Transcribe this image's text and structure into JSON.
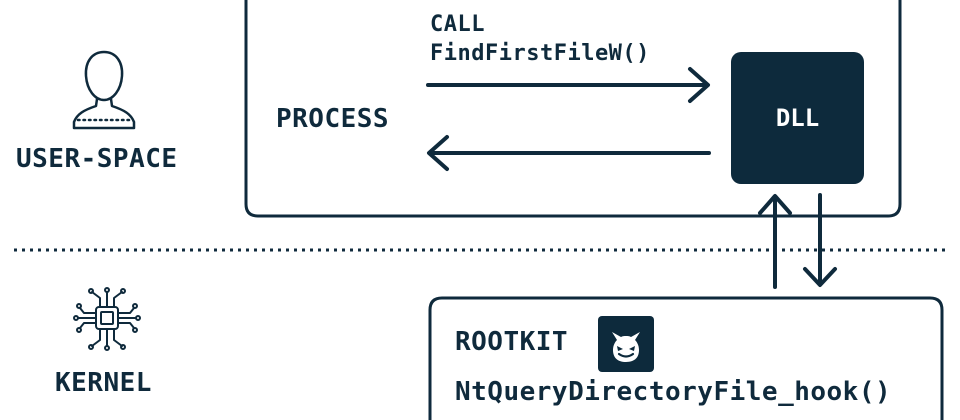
{
  "user_space": {
    "label": "USER-SPACE",
    "icon": "user-icon"
  },
  "kernel": {
    "label": "KERNEL",
    "icon": "chip-icon"
  },
  "process": {
    "label": "PROCESS"
  },
  "call": {
    "line1": "CALL",
    "line2": "FindFirstFileW()"
  },
  "dll": {
    "label": "DLL"
  },
  "rootkit": {
    "label": "ROOTKIT",
    "icon": "devil-icon",
    "hook": "NtQueryDirectoryFile_hook()"
  },
  "colors": {
    "ink": "#0f2a3c",
    "box_fill": "#0d2a3c",
    "background": "#ffffff"
  }
}
